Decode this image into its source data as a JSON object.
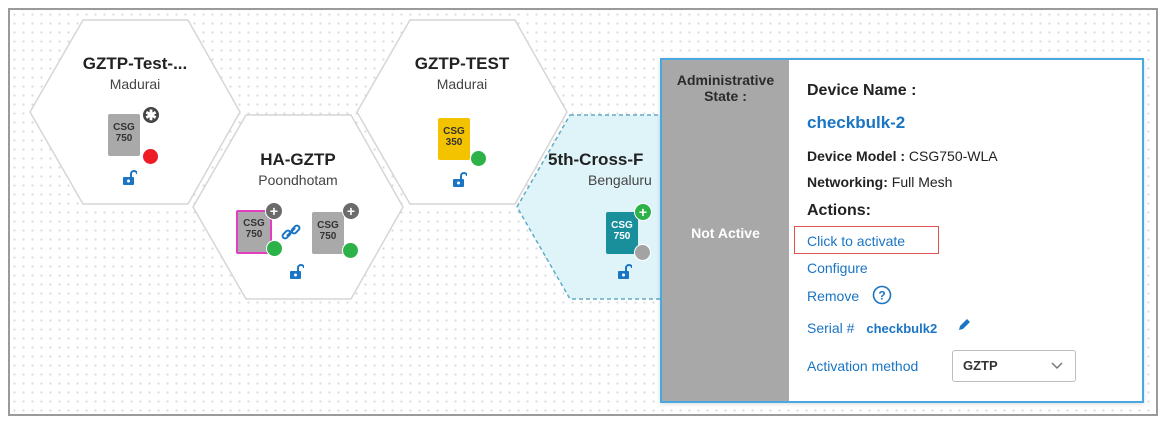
{
  "sites": [
    {
      "name": "GZTP-Test-...",
      "location": "Madurai",
      "device": "CSG 750"
    },
    {
      "name": "HA-GZTP",
      "location": "Poondhotam",
      "devices": [
        "CSG 750",
        "CSG 750"
      ]
    },
    {
      "name": "GZTP-TEST",
      "location": "Madurai",
      "device": "CSG 350"
    },
    {
      "name": "5th-Cross-F",
      "location": "Bengaluru",
      "device": "CSG 750"
    }
  ],
  "device_labels": {
    "csg750_a_line1": "CSG",
    "csg750_a_line2": "750",
    "csg750_b_line1": "CSG",
    "csg750_b_line2": "750",
    "csg750_c_line1": "CSG",
    "csg750_c_line2": "750",
    "csg350_line1": "CSG",
    "csg350_line2": "350",
    "csg750_d_line1": "CSG",
    "csg750_d_line2": "750"
  },
  "panel": {
    "admin_state_label": "Administrative State :",
    "admin_state_value": "Not Active",
    "device_name_label": "Device Name :",
    "device_name_value": "checkbulk-2",
    "device_model_label": "Device Model :",
    "device_model_value": "CSG750-WLA",
    "networking_label": "Networking:",
    "networking_value": "Full Mesh",
    "actions_label": "Actions:",
    "action_activate": "Click to activate",
    "action_configure": "Configure",
    "action_remove": "Remove",
    "serial_label": "Serial #",
    "serial_value": "checkbulk2",
    "activation_label": "Activation method",
    "activation_value": "GZTP"
  },
  "colors": {
    "accent_blue": "#1a75c4",
    "panel_border": "#4aa8e0",
    "status_green": "#2db24a",
    "status_red": "#ee1c25",
    "highlight_red": "#e05050",
    "selected_pink": "#e040c0"
  },
  "icons": [
    "unlock-icon",
    "link-icon",
    "plus-badge-icon",
    "asterisk-badge-icon",
    "help-circle-icon",
    "pencil-icon",
    "chevron-down-icon"
  ]
}
